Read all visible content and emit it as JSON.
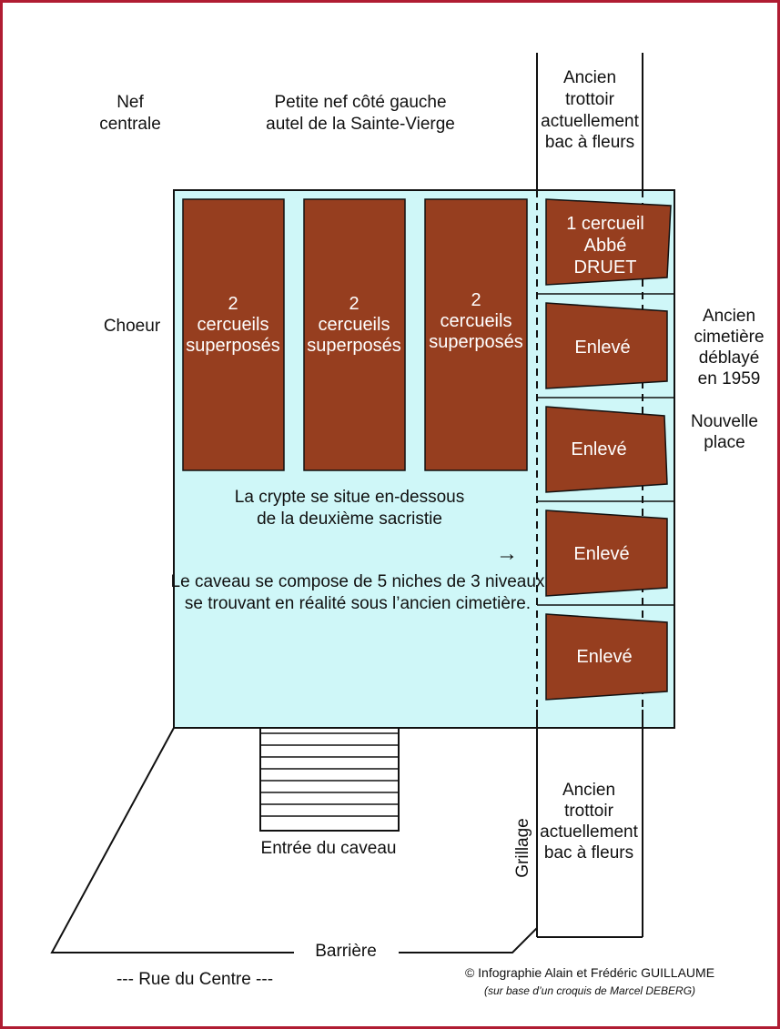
{
  "colors": {
    "frame": "#b01c32",
    "crypt_fill": "#cff7f8",
    "coffin_fill": "#963e1f",
    "line": "#111111",
    "text": "#111111",
    "coffin_text": "#ffffff"
  },
  "labels": {
    "nef_centrale": [
      "Nef",
      "centrale"
    ],
    "petite_nef": [
      "Petite nef côté gauche",
      "autel de la Sainte-Vierge"
    ],
    "trottoir_top": [
      "Ancien",
      "trottoir",
      "actuellement",
      "bac à fleurs"
    ],
    "choeur": "Choeur",
    "ancien_cimetiere": [
      "Ancien",
      "cimetière",
      "déblayé",
      "en 1959"
    ],
    "nouvelle_place": [
      "Nouvelle",
      "place"
    ],
    "crypt_note": [
      "La crypte se situe en-dessous",
      "de la deuxième sacristie"
    ],
    "arrow": "→",
    "caveau_note": [
      "Le caveau se compose de 5 niches de 3 niveaux",
      "se trouvant en réalité sous l’ancien cimetière."
    ],
    "entree": "Entrée du caveau",
    "trottoir_bottom": [
      "Ancien",
      "trottoir",
      "actuellement",
      "bac à fleurs"
    ],
    "grillage": "Grillage",
    "barriere": "Barrière",
    "rue": "--- Rue du Centre ---",
    "credit": "© Infographie Alain et Frédéric GUILLAUME",
    "credit_sub": "(sur base d’un croquis de Marcel DEBERG)"
  },
  "coffins": [
    [
      "2",
      "cercueils",
      "superposés"
    ],
    [
      "2",
      "cercueils",
      "superposés"
    ],
    [
      "2",
      "cercueils",
      "superposés"
    ]
  ],
  "niches": [
    [
      "1 cercueil",
      "Abbé",
      "DRUET"
    ],
    [
      "Enlevé"
    ],
    [
      "Enlevé"
    ],
    [
      "Enlevé"
    ],
    [
      "Enlevé"
    ]
  ]
}
